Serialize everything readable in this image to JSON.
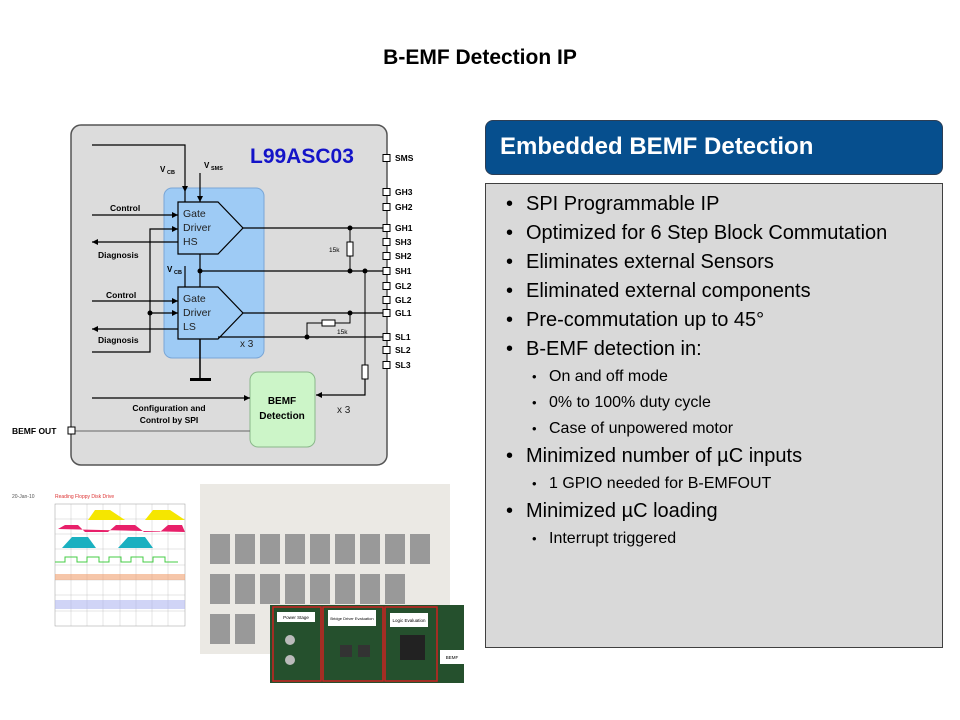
{
  "slide": {
    "title": "B-EMF Detection IP"
  },
  "diagram": {
    "chip_name": "L99ASC03",
    "vcb": "V",
    "vcb_sub": "CB",
    "vsms": "V",
    "vsms_sub": "SMS",
    "gate_hs": [
      "Gate",
      "Driver",
      "HS"
    ],
    "gate_ls": [
      "Gate",
      "Driver",
      "LS"
    ],
    "control_label": "Control",
    "diagnosis_label": "Diagnosis",
    "x3": "x 3",
    "resistor_15k": "15k",
    "bemf_block": [
      "BEMF",
      "Detection"
    ],
    "config_label": [
      "Configuration and",
      "Control by SPI"
    ],
    "bemf_out": "BEMF OUT",
    "pins": [
      "SMS",
      "GH3",
      "GH2",
      "GH1",
      "SH3",
      "SH2",
      "SH1",
      "GL2",
      "GL2",
      "GL1",
      "SL1",
      "SL2",
      "SL3"
    ],
    "colors": {
      "chip_bg": "#dcdcdc",
      "driver_block": "#9ecbf5",
      "bemf_block": "#ccf5c8",
      "chip_title": "#1414c8"
    }
  },
  "panel": {
    "header": "Embedded BEMF Detection",
    "header_color": "#064f8e",
    "items": [
      {
        "level": 1,
        "text": "SPI Programmable IP"
      },
      {
        "level": 1,
        "text": "Optimized for 6 Step Block Commutation"
      },
      {
        "level": 1,
        "text": "Eliminates external Sensors"
      },
      {
        "level": 1,
        "text": "Eliminated external components"
      },
      {
        "level": 1,
        "text": "Pre-commutation up to 45°"
      },
      {
        "level": 1,
        "text": "B-EMF detection in:"
      },
      {
        "level": 2,
        "text": "On and off mode"
      },
      {
        "level": 2,
        "text": "0% to 100% duty cycle"
      },
      {
        "level": 2,
        "text": "Case of unpowered motor"
      },
      {
        "level": 1,
        "text": "Minimized number of µC inputs"
      },
      {
        "level": 2,
        "text": "1 GPIO needed for B-EMFOUT"
      },
      {
        "level": 1,
        "text": "Minimized µC loading"
      },
      {
        "level": 2,
        "text": "Interrupt triggered"
      }
    ]
  },
  "images": {
    "scope_title": "Reading Floppy Disk Drive",
    "scope_date": "20-Jan-10",
    "board_labels": [
      "Power Stage",
      "Bridge Driver Evaluation",
      "Logic Evaluation",
      "BEMF"
    ]
  }
}
